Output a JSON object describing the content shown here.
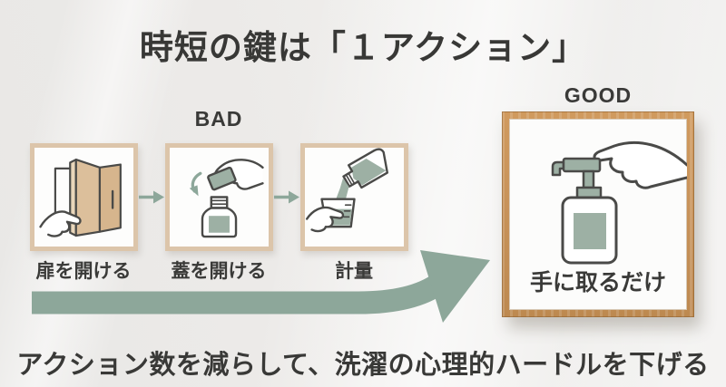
{
  "title": "時短の鍵は「１アクション」",
  "bad": {
    "label": "BAD"
  },
  "good": {
    "label": "GOOD"
  },
  "bad_steps": [
    {
      "label": "扉を開ける",
      "icon": "door-open-icon"
    },
    {
      "label": "蓋を開ける",
      "icon": "cap-open-icon"
    },
    {
      "label": "計量",
      "icon": "measuring-pour-icon"
    }
  ],
  "good_step": {
    "label": "手に取るだけ",
    "icon": "pump-bottle-icon"
  },
  "flow": {
    "small_arrow_icon": "right-arrow-icon",
    "big_arrow_icon": "big-right-arrow-icon"
  },
  "footer": {
    "text": "アクション数を減らして、洗濯の心理的ハードルを下げる"
  },
  "colors": {
    "accent_green": "#8da79a",
    "illustration_green": "#9db0a4",
    "illustration_outline": "#4a4a48",
    "small_frame_border": "#dcc5aa",
    "wood_frame": "#c8935a",
    "wood_fill": "#dcbf9b",
    "text_dark": "#3a3a38",
    "background": "#ebeae8"
  }
}
